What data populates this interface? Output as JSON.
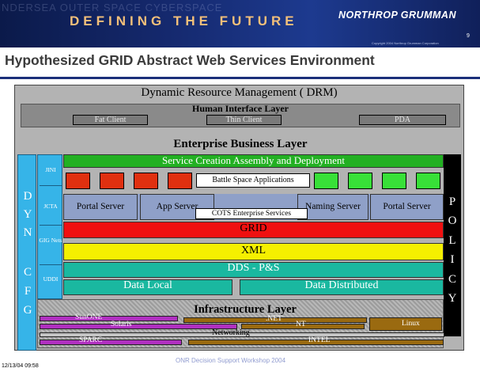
{
  "header": {
    "background_text": "NDERSEA OUTER SPACE CYBERSPACE",
    "tagline": "DEFINING THE FUTURE",
    "brand": "NORTHROP GRUMMAN",
    "slide_number": "9",
    "copyright": "Copyright 2004 Northrop Grumman Corporation"
  },
  "title": "Hypothesized GRID Abstract Web Services Environment",
  "diagram": {
    "drm_title": "Dynamic Resource Management ( DRM)",
    "human_interface_layer": {
      "title": "Human Interface Layer",
      "clients": [
        "Fat Client",
        "Thin Client",
        "PDA"
      ]
    },
    "enterprise_business_layer": "Enterprise Business Layer",
    "service_creation": "Service Creation Assembly and Deployment",
    "battle_space": "Battle Space Applications",
    "servers": [
      "Portal Server",
      "App Server",
      "Naming Server",
      "Portal Server"
    ],
    "cots": "COTS Enterprise Services",
    "grid": "GRID",
    "xml": "XML",
    "dds": "DDS - P&S",
    "data_local": "Data Local",
    "data_distributed": "Data Distributed",
    "dyn_cfg_letters": [
      "D",
      "Y",
      "N",
      "C",
      "F",
      "G"
    ],
    "left_small_labels": [
      "JINI",
      "JCTA",
      "GIG Nets",
      "UDDI"
    ],
    "policy_letters": [
      "P",
      "O",
      "L",
      "I",
      "C",
      "Y"
    ],
    "infrastructure": {
      "title": "Infrastructure Layer",
      "items": {
        "sunone": "SunONE",
        "solaris": "Solaris",
        "dotnet": ".NET",
        "nt": "NT",
        "linux": "Linux",
        "networking": "Networking",
        "sparc": "SPARC",
        "intel": "INTEL"
      }
    },
    "colors": {
      "dyn_cfg": "#36b4e8",
      "service_creation": "#22b022",
      "app_box_red": "#e03010",
      "app_box_green": "#38e038",
      "grid": "#f01010",
      "xml": "#f5f000",
      "dds": "#1ab8a0",
      "policy": "#000000",
      "purple": "#b030c0",
      "brown": "#9a6a10"
    }
  },
  "footer": {
    "date": "12/13/04 09:58",
    "conference": "ONR Decision Support Workshop 2004"
  }
}
